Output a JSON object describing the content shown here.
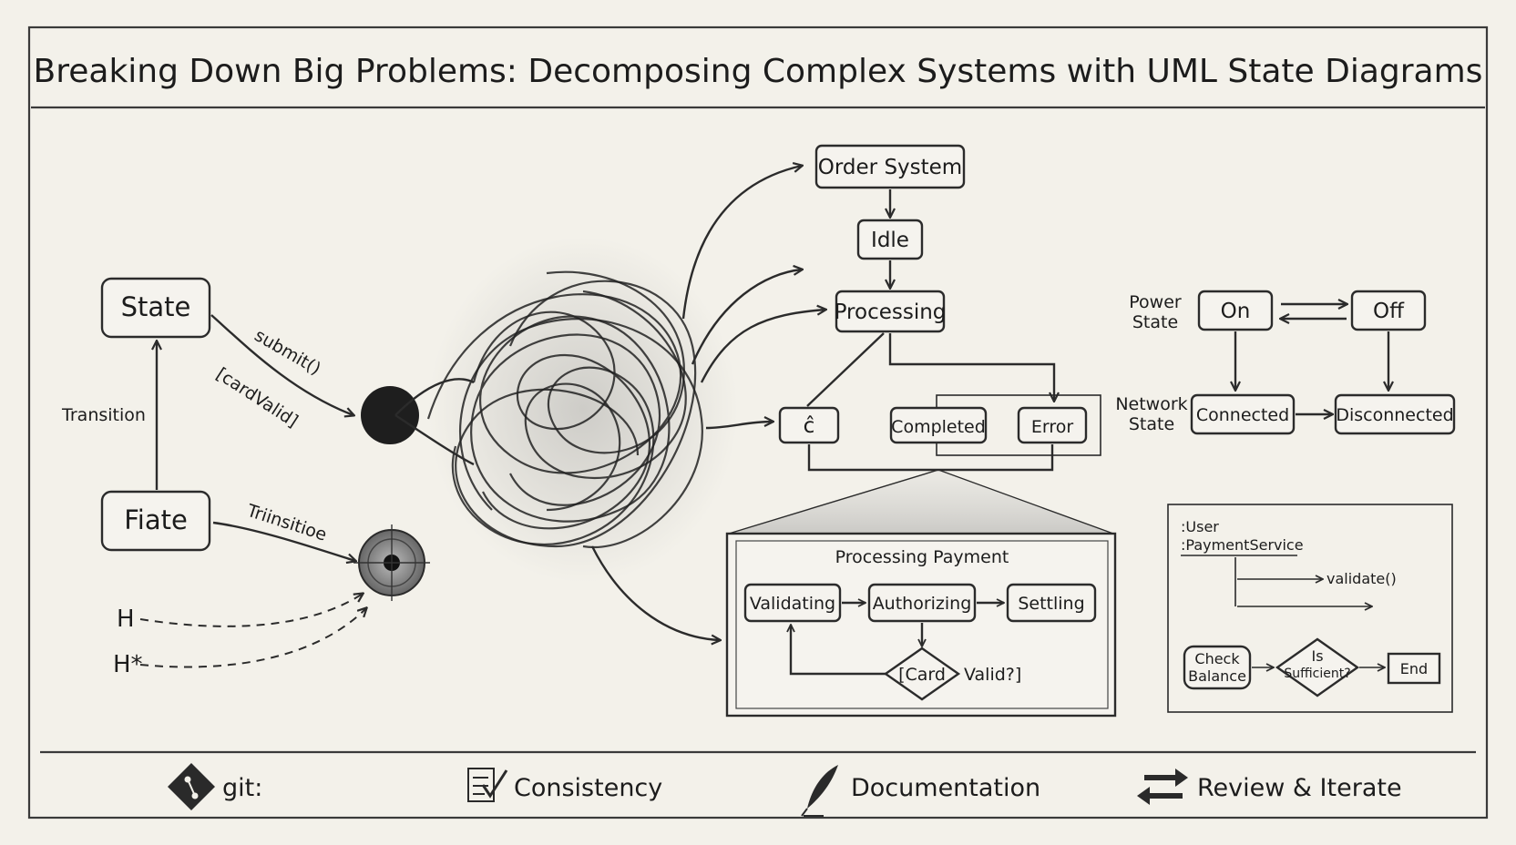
{
  "title": "Breaking Down Big Problems: Decomposing Complex Systems with UML State Diagrams",
  "left_panel": {
    "state_top": "State",
    "state_bottom": "Fiate",
    "transition_label": "Transition",
    "edge_top_line1": "submit()",
    "edge_top_line2": "[cardValid]",
    "edge_bottom": "Triinsitioe",
    "history_shallow": "H",
    "history_deep": "H*"
  },
  "order_system": {
    "root": "Order System",
    "idle": "Idle",
    "processing": "Processing",
    "choice": "ĉ",
    "completed": "Completed",
    "error": "Error"
  },
  "processing_payment": {
    "title": "Processing Payment",
    "validating": "Validating",
    "authorizing": "Authorizing",
    "settling": "Settling",
    "decision_left": "[Card",
    "decision_right": "Valid?]"
  },
  "orthogonal": {
    "power_label_line1": "Power",
    "power_label_line2": "State",
    "on": "On",
    "off": "Off",
    "network_label_line1": "Network",
    "network_label_line2": "State",
    "connected": "Connected",
    "disconnected": "Disconnected"
  },
  "sequence": {
    "user": ":User",
    "payment_service": ":PaymentService",
    "message": "validate()",
    "check_line1": "Check",
    "check_line2": "Balance",
    "decision_line1": "Is",
    "decision_line2": "Sufficient?",
    "end": "End"
  },
  "footer": {
    "git": "git:",
    "consistency": "Consistency",
    "documentation": "Documentation",
    "review": "Review & Iterate"
  }
}
